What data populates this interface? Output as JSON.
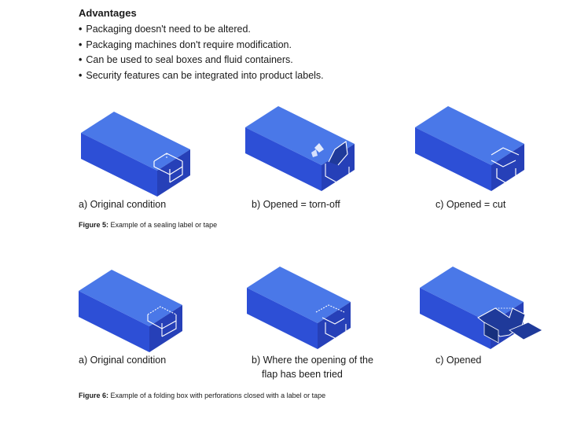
{
  "advantages": {
    "title": "Advantages",
    "items": [
      "Packaging doesn't need to be altered.",
      "Packaging machines don't require modification.",
      "Can be used to seal boxes and fluid containers.",
      "Security features can be integrated into product labels."
    ]
  },
  "figure5": {
    "captions": [
      "a) Original condition",
      "b) Opened = torn-off",
      "c) Opened = cut"
    ],
    "label": "Figure 5:",
    "text": "Example of a sealing label or tape"
  },
  "figure6": {
    "captions": [
      "a) Original condition",
      "b) Where the opening of the",
      "flap has been tried",
      "c) Opened"
    ],
    "label": "Figure 6:",
    "text": "Example of a folding box with perforations closed with a label or tape"
  },
  "colors": {
    "box_top": "#4a78e8",
    "box_front": "#2d4fd6",
    "box_side": "#2640b8",
    "label_line": "#ffffff",
    "opened_flap": "#1f3a9a",
    "text": "#1a1a1a"
  }
}
